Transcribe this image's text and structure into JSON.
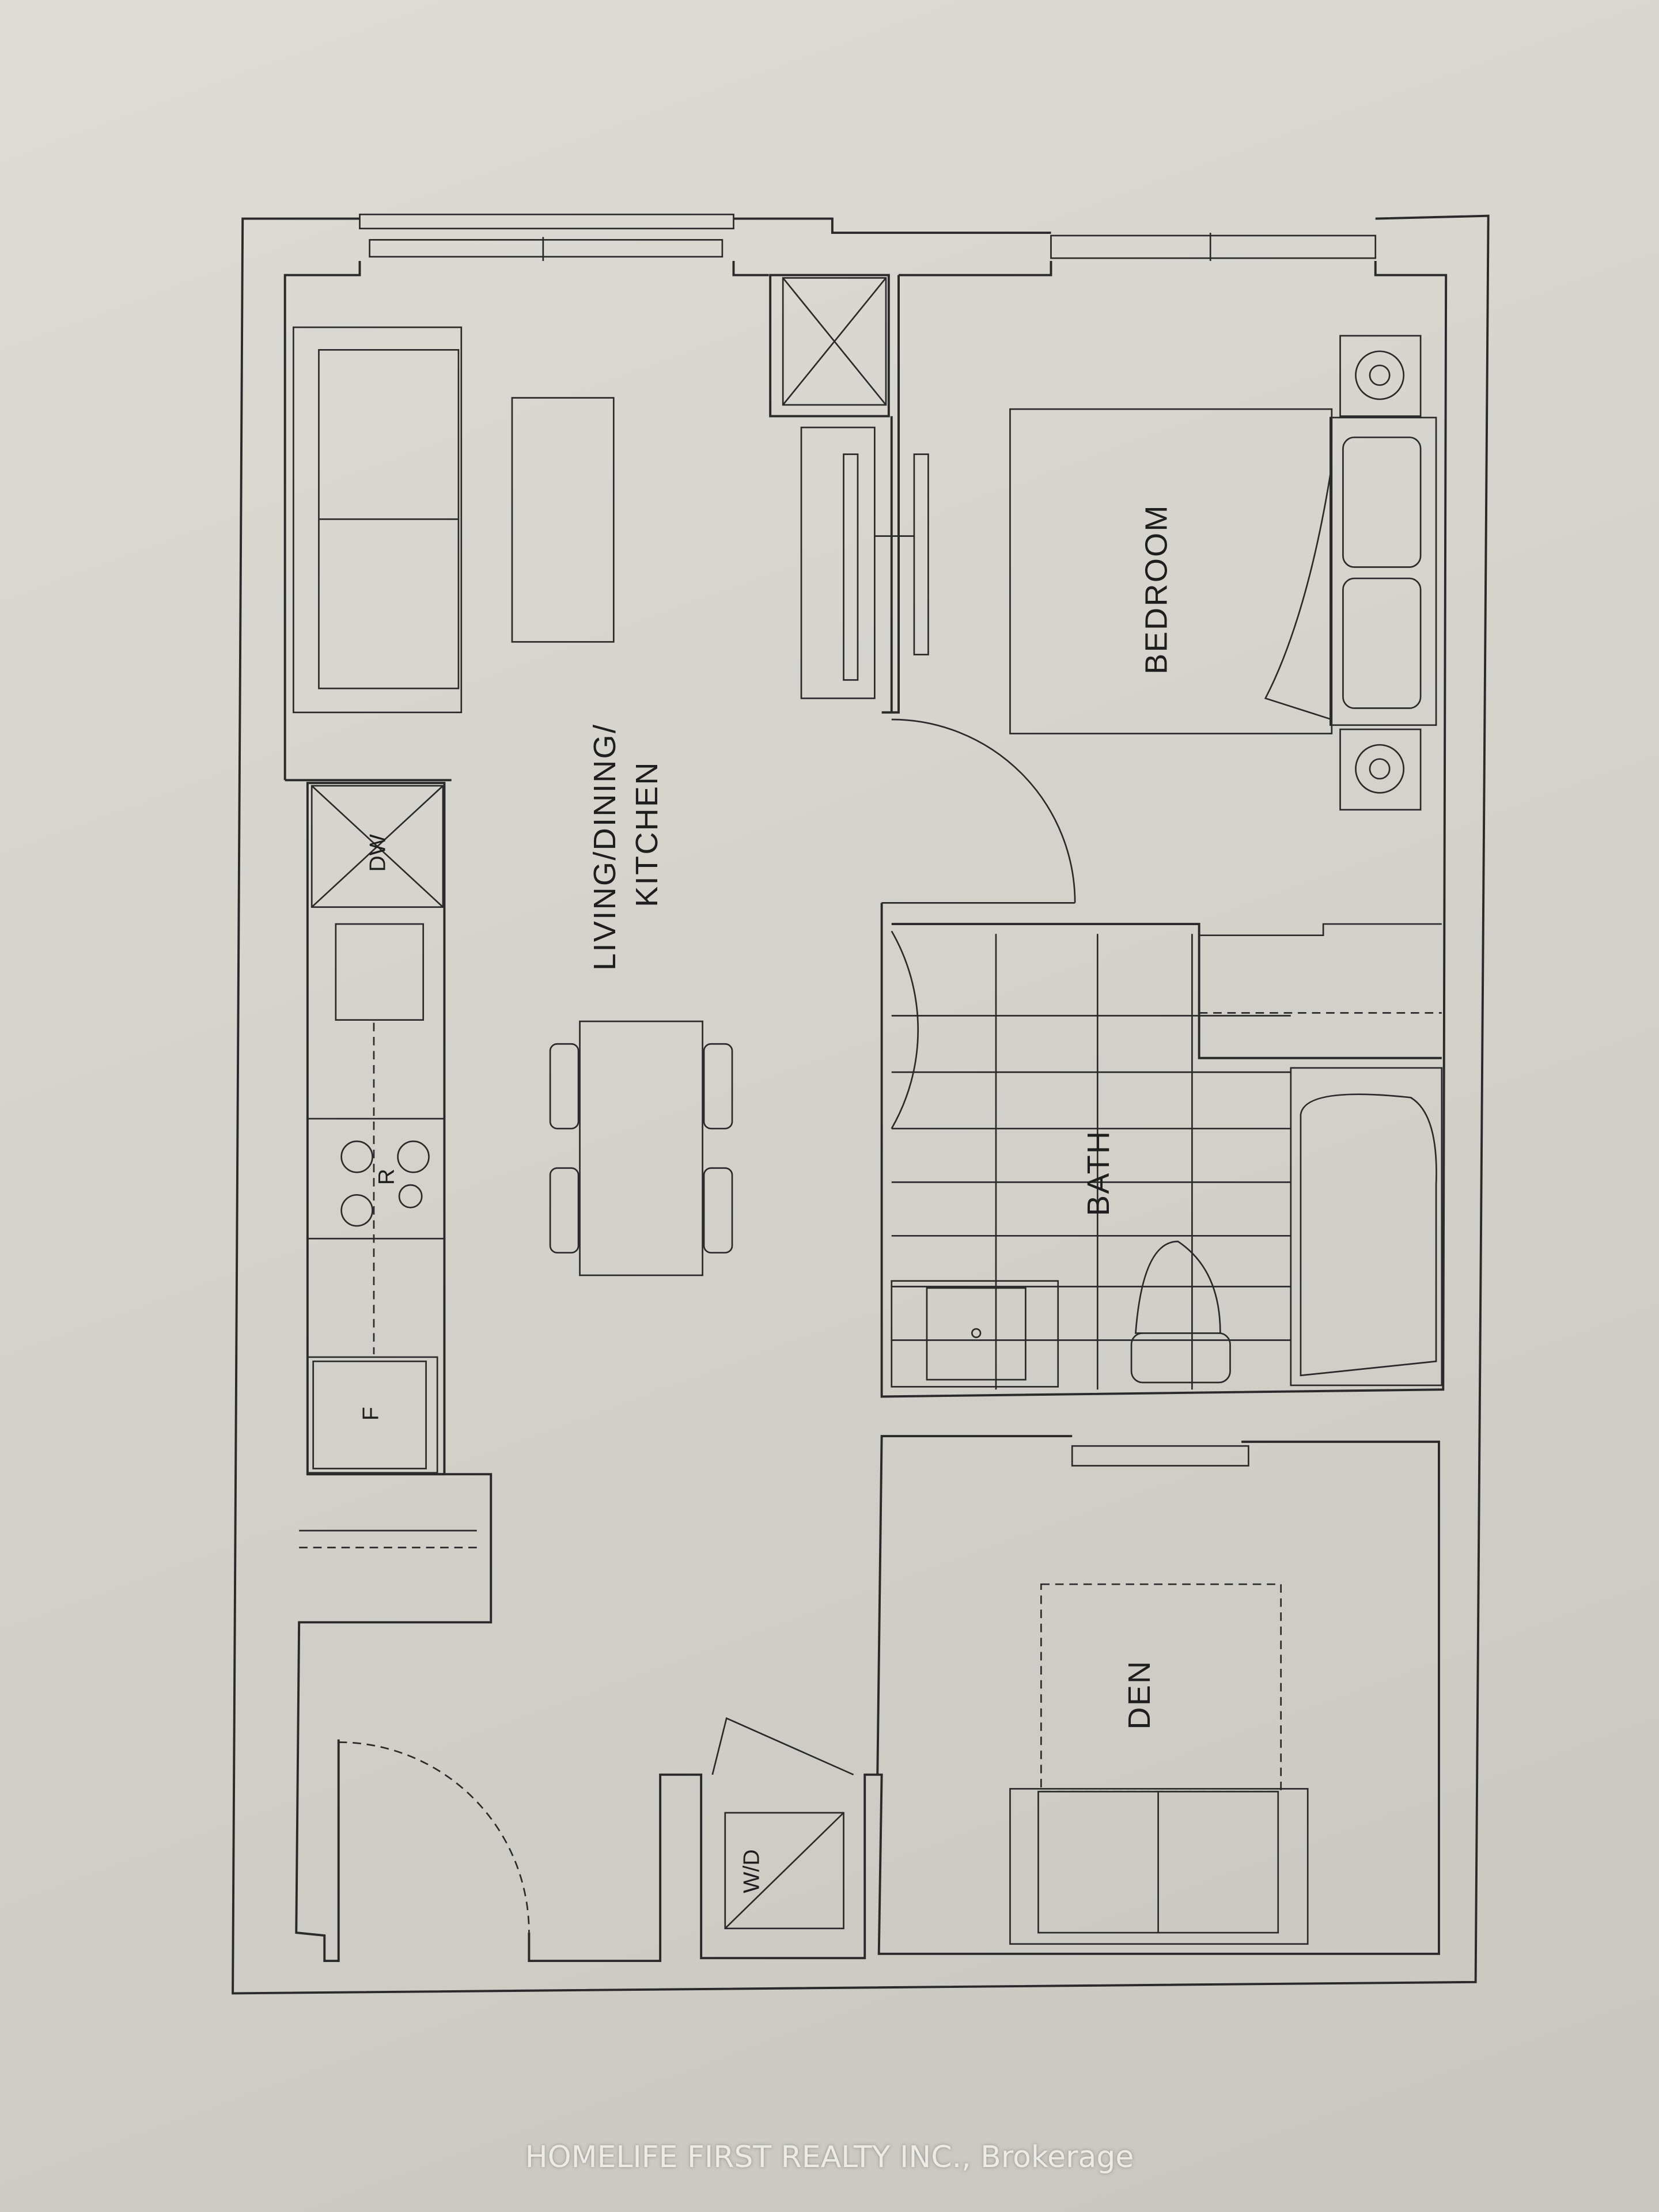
{
  "floor_plan": {
    "rooms": {
      "bedroom": "BEDROOM",
      "living_line1": "LIVING/DINING/",
      "living_line2": "KITCHEN",
      "bath": "BATH",
      "den": "DEN"
    },
    "fixtures": {
      "dishwasher": "DW",
      "range": "R",
      "fridge": "F",
      "washer_dryer": "W/D"
    }
  },
  "watermark": "HOMELIFE FIRST REALTY INC., Brokerage"
}
